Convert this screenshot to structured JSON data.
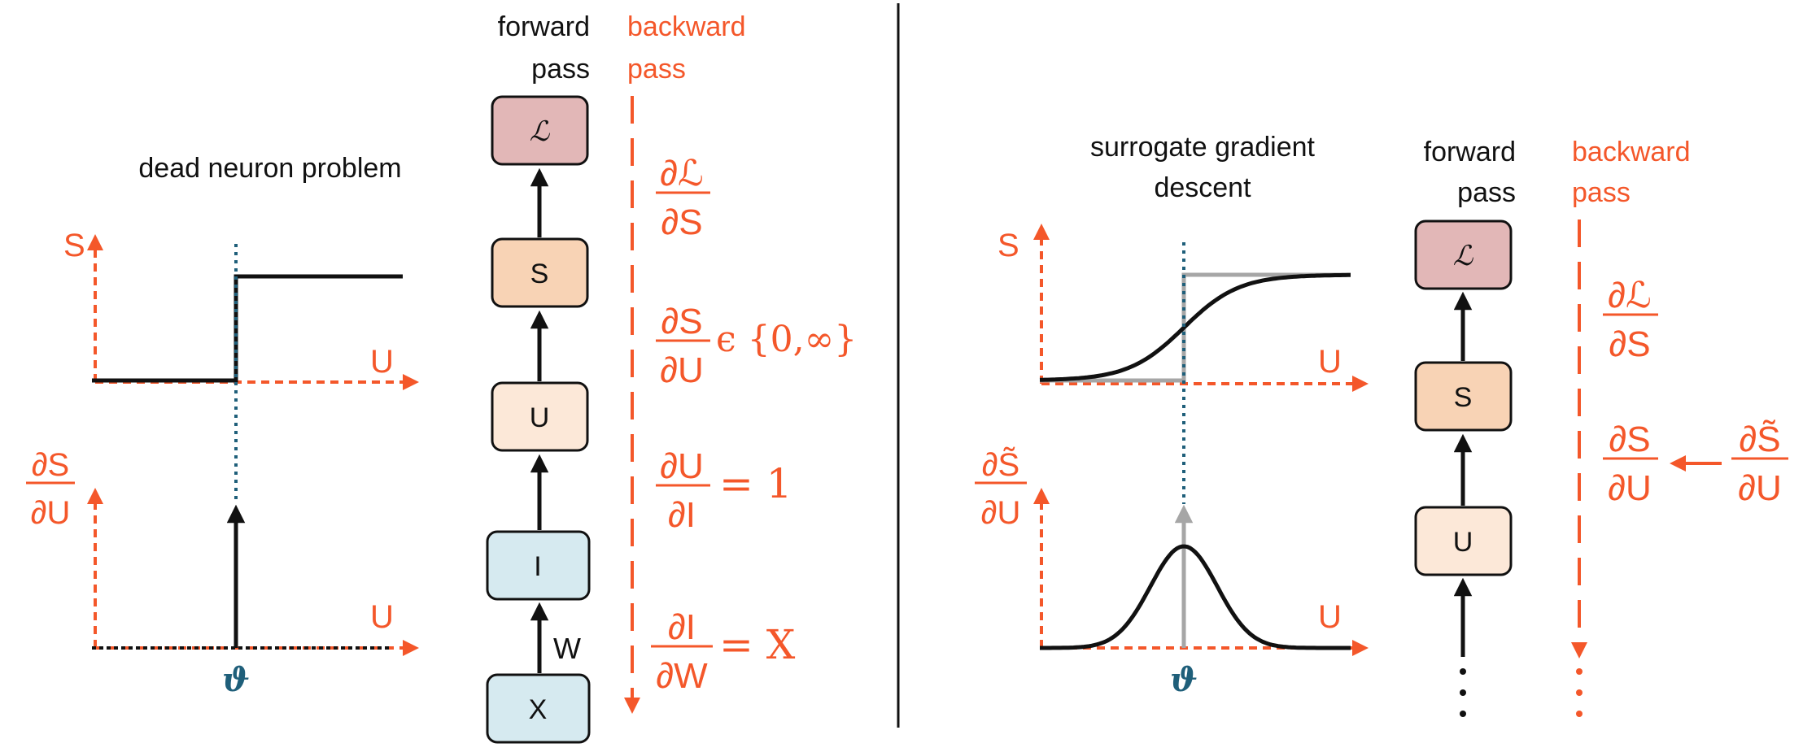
{
  "colors": {
    "orange": "#f4572a",
    "blue": "#1f5f7a",
    "black": "#111111",
    "gray": "#a6a6a6",
    "box_loss": "#e2b7b7",
    "box_spike": "#f8d3b5",
    "box_membrane": "#fce8d8",
    "box_current": "#d6eaf0",
    "box_input": "#d6eaf0"
  },
  "left": {
    "title": "dead neuron problem",
    "forward_label": [
      "forward",
      "pass"
    ],
    "backward_label": [
      "backward",
      "pass"
    ],
    "axis_s": "S",
    "axis_u_top": "U",
    "axis_u_bottom": "U",
    "axis_dsdu_num": "∂S",
    "axis_dsdu_den": "∂U",
    "threshold": "ϑ",
    "boxes": [
      "ℒ",
      "S",
      "U",
      "I",
      "X"
    ],
    "weight_label": "W",
    "grads": [
      {
        "num": "∂ℒ",
        "den": "∂S",
        "rhs": ""
      },
      {
        "num": "∂S",
        "den": "∂U",
        "rhs": "ϵ {0,∞}"
      },
      {
        "num": "∂U",
        "den": "∂I",
        "rhs": "= 1"
      },
      {
        "num": "∂I",
        "den": "∂W",
        "rhs": "= X"
      }
    ]
  },
  "right": {
    "title_line1": "surrogate gradient",
    "title_line2": "descent",
    "forward_label": [
      "forward",
      "pass"
    ],
    "backward_label": [
      "backward",
      "pass"
    ],
    "axis_s": "S",
    "axis_u_top": "U",
    "axis_u_bottom": "U",
    "axis_dsdu_num": "∂S̃",
    "axis_dsdu_den": "∂U",
    "threshold": "ϑ",
    "boxes": [
      "ℒ",
      "S",
      "U"
    ],
    "grad_loss": {
      "num": "∂ℒ",
      "den": "∂S"
    },
    "grad_spike": {
      "num": "∂S",
      "den": "∂U"
    },
    "grad_surrogate": {
      "num": "∂S̃",
      "den": "∂U"
    },
    "ellipsis": "⋮"
  }
}
